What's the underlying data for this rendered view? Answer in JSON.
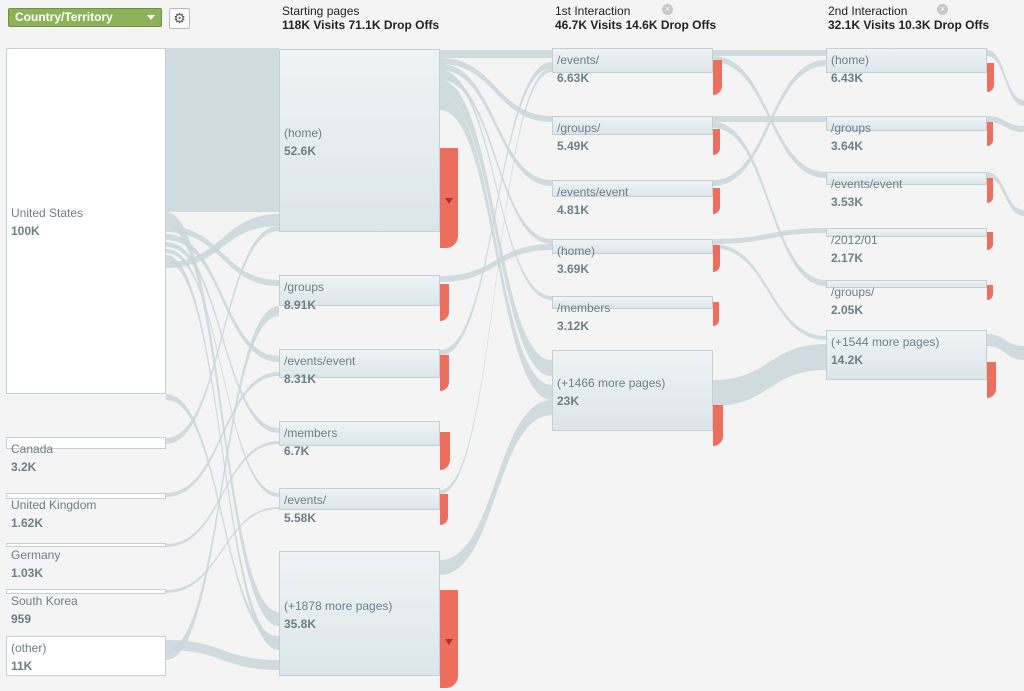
{
  "toolbar": {
    "dimension_label": "Country/Territory",
    "settings_icon": "gear-icon"
  },
  "columns": [
    {
      "title": "Starting pages",
      "stats": "118K Visits 71.1K Drop Offs",
      "closable": false
    },
    {
      "title": "1st Interaction",
      "stats": "46.7K Visits 14.6K Drop Offs",
      "closable": true
    },
    {
      "title": "2nd Interaction",
      "stats": "32.1K Visits 10.3K Drop Offs",
      "closable": true
    }
  ],
  "countries": [
    {
      "name": "United States",
      "value": "100K"
    },
    {
      "name": "Canada",
      "value": "3.2K"
    },
    {
      "name": "United Kingdom",
      "value": "1.62K"
    },
    {
      "name": "Germany",
      "value": "1.03K"
    },
    {
      "name": "South Korea",
      "value": "959"
    },
    {
      "name": "(other)",
      "value": "11K"
    }
  ],
  "starting_pages": [
    {
      "name": "(home)",
      "value": "52.6K"
    },
    {
      "name": "/groups",
      "value": "8.91K"
    },
    {
      "name": "/events/event",
      "value": "8.31K"
    },
    {
      "name": "/members",
      "value": "6.7K"
    },
    {
      "name": "/events/",
      "value": "5.58K"
    },
    {
      "name": "(+1878 more pages)",
      "value": "35.8K"
    }
  ],
  "first_interaction": [
    {
      "name": "/events/",
      "value": "6.63K"
    },
    {
      "name": "/groups/",
      "value": "5.49K"
    },
    {
      "name": "/events/event",
      "value": "4.81K"
    },
    {
      "name": "(home)",
      "value": "3.69K"
    },
    {
      "name": "/members",
      "value": "3.12K"
    },
    {
      "name": "(+1466 more pages)",
      "value": "23K"
    }
  ],
  "second_interaction": [
    {
      "name": "(home)",
      "value": "6.43K"
    },
    {
      "name": "/groups",
      "value": "3.64K"
    },
    {
      "name": "/events/event",
      "value": "3.53K"
    },
    {
      "name": "/2012/01",
      "value": "2.17K"
    },
    {
      "name": "/groups/",
      "value": "2.05K"
    },
    {
      "name": "(+1544 more pages)",
      "value": "14.2K"
    }
  ],
  "colors": {
    "flow": "#c9d6da",
    "dropoff": "#ee6e5d",
    "accent": "#8db25a"
  }
}
